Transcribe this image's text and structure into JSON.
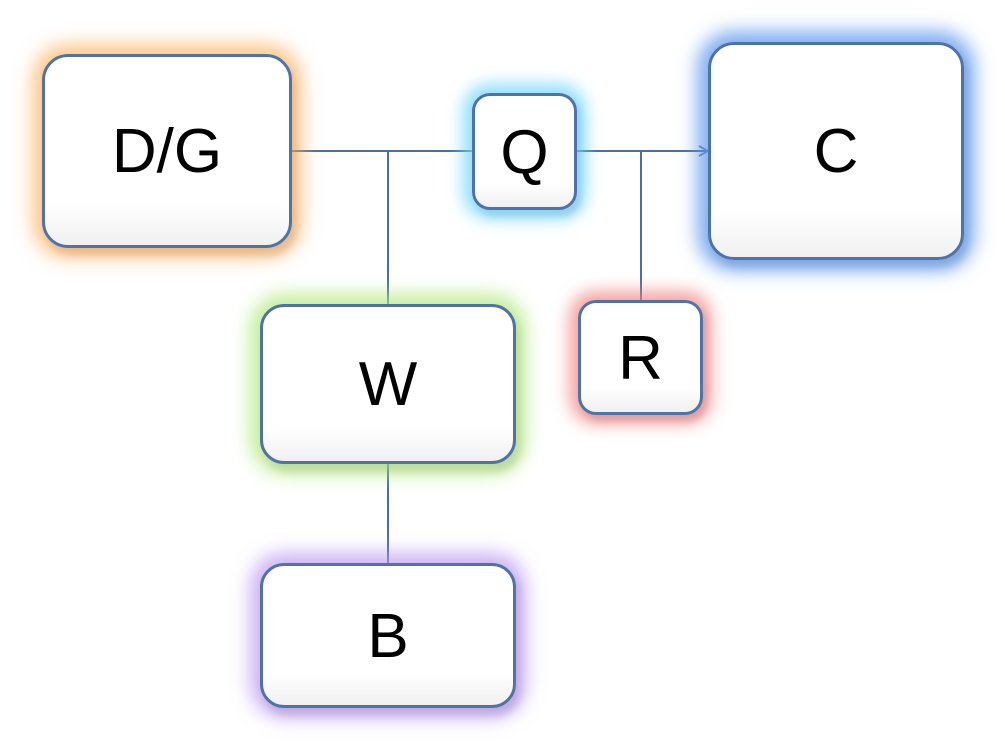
{
  "nodes": {
    "dg": {
      "label": "D/G"
    },
    "q": {
      "label": "Q"
    },
    "c": {
      "label": "C"
    },
    "w": {
      "label": "W"
    },
    "r": {
      "label": "R"
    },
    "b": {
      "label": "B"
    }
  },
  "colors": {
    "node_border": "#4f72a8",
    "connector": "#4a6fa8",
    "dg_glow": "#ffb05c",
    "q_glow": "#6fd6ff",
    "c_glow": "#5c98ee",
    "w_glow": "#b0e87a",
    "r_glow": "#f28080",
    "b_glow": "#b996ee"
  }
}
